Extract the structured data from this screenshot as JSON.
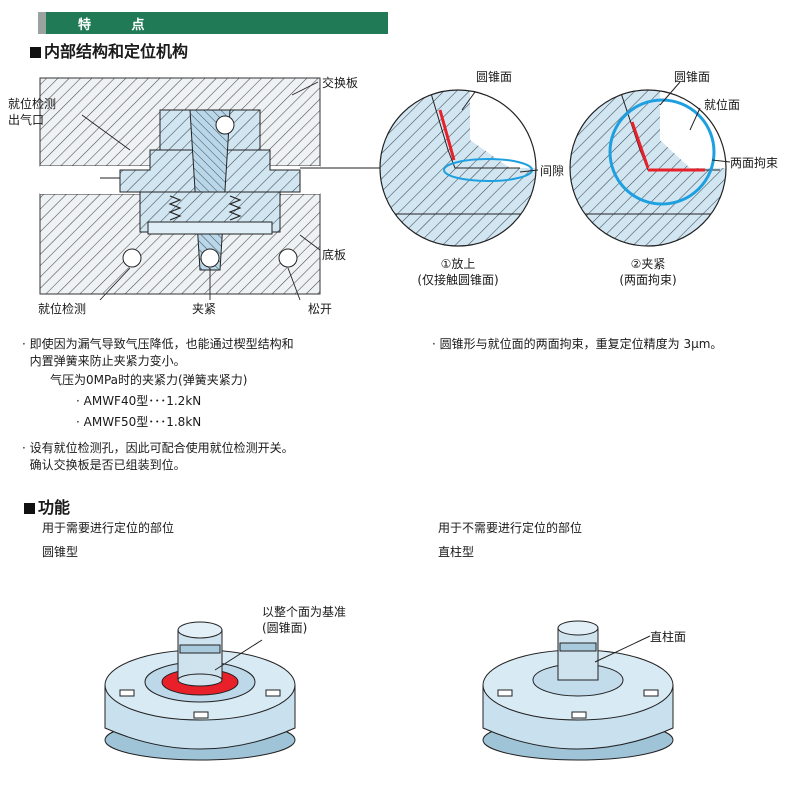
{
  "header": {
    "title": "特 点"
  },
  "section1": {
    "title": "内部结构和定位机构",
    "labels": {
      "exchange_plate": "交换板",
      "detect_outlet": "就位检测\n出气口",
      "base_plate": "底板",
      "seated_detect": "就位检测",
      "clamp": "夹紧",
      "release": "松开",
      "cone_face_1": "圆锥面",
      "gap": "间隙",
      "cone_face_2": "圆锥面",
      "seat_face": "就位面",
      "two_face_constraint": "两面拘束"
    },
    "captions": {
      "placed": "①放上\n(仅接触圆锥面)",
      "clamped": "②夹紧\n(两面拘束)"
    }
  },
  "notes": {
    "left": [
      "· 即使因为漏气导致气压降低，也能通过楔型结构和",
      "  内置弹簧来防止夹紧力变小。",
      "气压为0MPa时的夹紧力(弹簧夹紧力)",
      "· AMWF40型･･･1.2kN",
      "· AMWF50型･･･1.8kN",
      "· 设有就位检测孔，因此可配合使用就位检测开关。",
      "  确认交换板是否已组装到位。"
    ],
    "right": "· 圆锥形与就位面的两面拘束，重复定位精度为 3μm。"
  },
  "section2": {
    "title": "功能",
    "left": {
      "line1": "用于需要进行定位的部位",
      "line2": "圆锥型",
      "callout": "以整个面为基准\n(圆锥面)"
    },
    "right": {
      "line1": "用于不需要进行定位的部位",
      "line2": "直柱型",
      "callout": "直柱面"
    }
  },
  "colors": {
    "header_green": "#1f7a55",
    "part_blue": "#cfe3ef",
    "highlight_red": "#e8202a",
    "circle_cyan": "#1ea0e0"
  }
}
